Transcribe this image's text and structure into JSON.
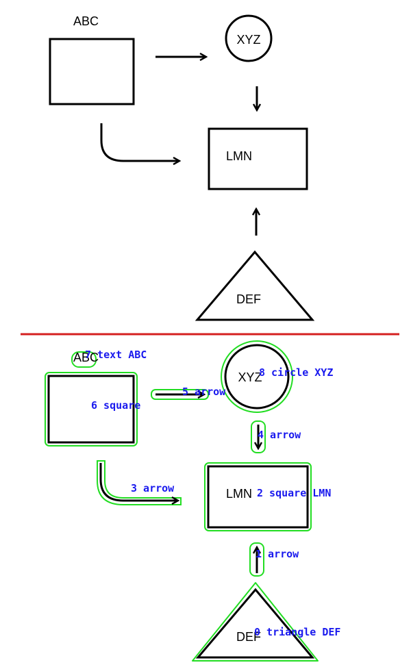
{
  "colors": {
    "stroke": "#000000",
    "divider": "#d42020",
    "contour": "#22dd22",
    "annotation": "#1a1aee"
  },
  "top": {
    "labels": {
      "abc": "ABC",
      "xyz": "XYZ",
      "lmn": "LMN",
      "def": "DEF"
    }
  },
  "bottom": {
    "labels": {
      "abc": "ABC",
      "xyz": "XYZ",
      "lmn": "LMN",
      "def": "DEF"
    },
    "annotations": {
      "text_abc": "7 text ABC",
      "circle_xyz": "8 circle XYZ",
      "square": "6 square",
      "arrow_5": "5 arrow",
      "arrow_4": "4 arrow",
      "arrow_3": "3 arrow",
      "square_lmn": "2 square LMN",
      "arrow_1": "1 arrow",
      "triangle_def": "0 triangle DEF"
    }
  }
}
